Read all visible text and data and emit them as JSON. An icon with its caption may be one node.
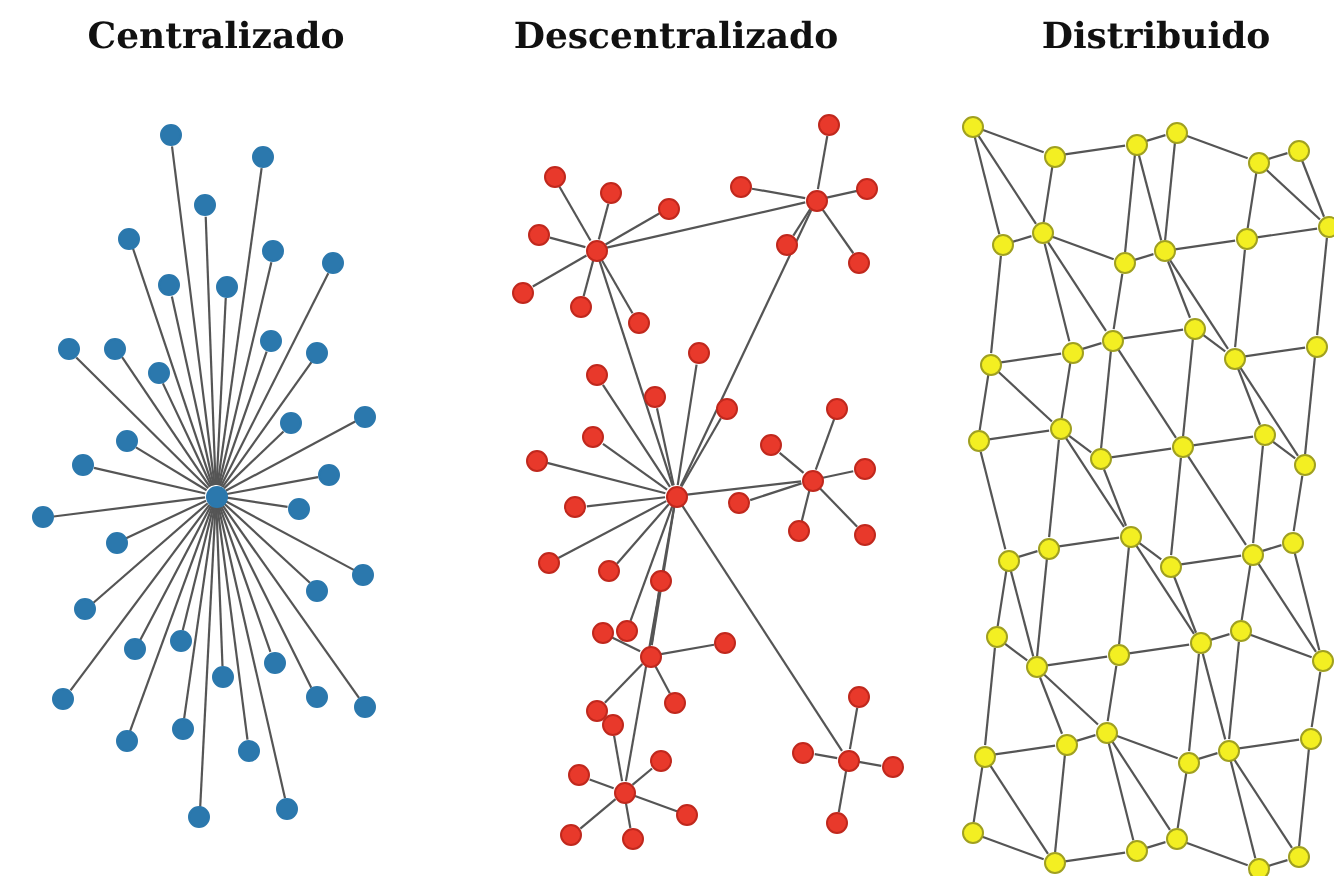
{
  "diagram": {
    "nodes": [
      {
        "text": [],
        "shape": "circle"
      },
      {
        "text": [],
        "shape": "circle"
      },
      {
        "text": [],
        "shape": "circle"
      },
      {
        "text": [],
        "shape": "circle"
      },
      {
        "text": [],
        "shape": "circle"
      },
      {
        "text": [],
        "shape": "circle"
      },
      {
        "text": [],
        "shape": "circle"
      },
      {
        "text": [],
        "shape": "circle"
      },
      {
        "text": [],
        "shape": "circle"
      },
      {
        "text": [],
        "shape": "circle"
      },
      {
        "text": [],
        "shape": "circle"
      },
      {
        "text": [],
        "shape": "circle"
      },
      {
        "text": [],
        "shape": "circle"
      },
      {
        "text": [],
        "shape": "circle"
      },
      {
        "text": [],
        "shape": "circle"
      },
      {
        "text": [],
        "shape": "circle"
      },
      {
        "text": [],
        "shape": "circle"
      },
      {
        "text": [],
        "shape": "circle"
      },
      {
        "text": [],
        "shape": "circle"
      },
      {
        "text": [],
        "shape": "circle"
      },
      {
        "text": [],
        "shape": "circle"
      },
      {
        "text": [],
        "shape": "circle"
      },
      {
        "text": [],
        "shape": "circle"
      },
      {
        "text": [],
        "shape": "circle"
      },
      {
        "text": [],
        "shape": "circle"
      },
      {
        "text": [],
        "shape": "circle"
      },
      {
        "text": [],
        "shape": "circle"
      },
      {
        "text": [],
        "shape": "circle"
      },
      {
        "text": [],
        "shape": "circle"
      },
      {
        "text": [],
        "shape": "circle"
      },
      {
        "text": [],
        "shape": "circle"
      },
      {
        "text": [],
        "shape": "circle"
      },
      {
        "text": [],
        "shape": "circle"
      },
      {
        "text": [],
        "shape": "circle"
      },
      {
        "text": [],
        "shape": "circle"
      },
      {
        "text": [],
        "shape": "circle"
      },
      {
        "text": [],
        "shape": "circle"
      },
      {
        "text": [],
        "shape": "circle"
      },
      {
        "text": [],
        "shape": "circle"
      },
      {
        "text": [],
        "shape": "circle"
      },
      {
        "text": [],
        "shape": "circle"
      },
      {
        "text": [],
        "shape": "circle"
      },
      {
        "text": [],
        "shape": "circle"
      },
      {
        "text": [],
        "shape": "circle"
      },
      {
        "text": [],
        "shape": "circle"
      },
      {
        "text": [],
        "shape": "circle"
      },
      {
        "text": [],
        "shape": "circle"
      },
      {
        "text": [],
        "shape": "circle"
      },
      {
        "text": [],
        "shape": "circle"
      },
      {
        "text": [],
        "shape": "circle"
      },
      {
        "text": [],
        "shape": "circle"
      },
      {
        "text": [],
        "shape": "circle"
      },
      {
        "text": [],
        "shape": "circle"
      },
      {
        "text": [],
        "shape": "circle"
      },
      {
        "text": [],
        "shape": "circle"
      },
      {
        "text": [],
        "shape": "circle"
      },
      {
        "text": [],
        "shape": "circle"
      },
      {
        "text": [],
        "shape": "circle"
      },
      {
        "text": [],
        "shape": "circle"
      },
      {
        "text": [],
        "shape": "circle"
      },
      {
        "text": [],
        "shape": "circle"
      },
      {
        "text": [],
        "shape": "circle"
      },
      {
        "text": [],
        "shape": "circle"
      },
      {
        "text": [],
        "shape": "circle"
      },
      {
        "text": [],
        "shape": "circle"
      },
      {
        "text": [],
        "shape": "circle"
      },
      {
        "text": [],
        "shape": "circle"
      },
      {
        "text": [],
        "shape": "circle"
      },
      {
        "text": [],
        "shape": "circle"
      },
      {
        "text": [],
        "shape": "circle"
      },
      {
        "text": [],
        "shape": "circle"
      },
      {
        "text": [],
        "shape": "circle"
      },
      {
        "text": [],
        "shape": "circle"
      },
      {
        "text": [],
        "shape": "circle"
      },
      {
        "text": [],
        "shape": "circle"
      },
      {
        "text": [],
        "shape": "circle"
      },
      {
        "text": [],
        "shape": "circle"
      },
      {
        "text": [],
        "shape": "circle"
      },
      {
        "text": [],
        "shape": "circle"
      },
      {
        "text": [],
        "shape": "circle"
      },
      {
        "text": [],
        "shape": "circle"
      },
      {
        "text": [],
        "shape": "circle"
      },
      {
        "text": [],
        "shape": "circle"
      },
      {
        "text": [],
        "shape": "circle"
      },
      {
        "text": [],
        "shape": "circle"
      },
      {
        "text": [],
        "shape": "circle"
      },
      {
        "text": [],
        "shape": "circle"
      },
      {
        "text": [],
        "shape": "circle"
      },
      {
        "text": [],
        "shape": "circle"
      },
      {
        "text": [],
        "shape": "circle"
      },
      {
        "text": [],
        "shape": "circle"
      },
      {
        "text": [],
        "shape": "circle"
      },
      {
        "text": [],
        "shape": "circle"
      },
      {
        "text": [],
        "shape": "circle"
      },
      {
        "text": [],
        "shape": "circle"
      },
      {
        "text": [],
        "shape": "circle"
      },
      {
        "text": [],
        "shape": "circle"
      },
      {
        "text": [],
        "shape": "circle"
      },
      {
        "text": [],
        "shape": "circle"
      },
      {
        "text": [],
        "shape": "circle"
      },
      {
        "text": [],
        "shape": "circle"
      },
      {
        "text": [],
        "shape": "circle"
      },
      {
        "text": [],
        "shape": "circle"
      },
      {
        "text": [],
        "shape": "circle"
      },
      {
        "text": [],
        "shape": "circle"
      },
      {
        "text": [],
        "shape": "circle"
      },
      {
        "text": [],
        "shape": "circle"
      },
      {
        "text": [],
        "shape": "circle"
      },
      {
        "text": [],
        "shape": "circle"
      },
      {
        "text": [],
        "shape": "circle"
      },
      {
        "text": [],
        "shape": "circle"
      },
      {
        "text": [],
        "shape": "circle"
      },
      {
        "text": [],
        "shape": "circle"
      },
      {
        "text": [],
        "shape": "circle"
      },
      {
        "text": [],
        "shape": "circle"
      },
      {
        "text": [],
        "shape": "circle"
      },
      {
        "text": [],
        "shape": "circle"
      },
      {
        "text": [],
        "shape": "circle"
      },
      {
        "text": [],
        "shape": "circle"
      },
      {
        "text": [],
        "shape": "circle"
      },
      {
        "text": [],
        "shape": "circle"
      },
      {
        "text": [],
        "shape": "circle"
      },
      {
        "text": [],
        "shape": "circle"
      },
      {
        "text": [],
        "shape": "circle"
      },
      {
        "text": [],
        "shape": "circle"
      },
      {
        "text": [],
        "shape": "circle"
      },
      {
        "text": [],
        "shape": "circle"
      },
      {
        "text": [],
        "shape": "circle"
      },
      {
        "text": [],
        "shape": "circle"
      },
      {
        "text": [],
        "shape": "circle"
      },
      {
        "text": [],
        "shape": "circle"
      },
      {
        "text": [],
        "shape": "circle"
      },
      {
        "text": [],
        "shape": "circle"
      },
      {
        "text": [],
        "shape": "circle"
      },
      {
        "text": [],
        "shape": "circle"
      }
    ],
    "edges": [
      {
        "from": 0,
        "to": 1,
        "arrow": "none"
      },
      {
        "from": 0,
        "to": 2,
        "arrow": "none"
      },
      {
        "from": 0,
        "to": 3,
        "arrow": "none"
      },
      {
        "from": 0,
        "to": 4,
        "arrow": "none"
      },
      {
        "from": 0,
        "to": 5,
        "arrow": "none"
      },
      {
        "from": 0,
        "to": 6,
        "arrow": "none"
      },
      {
        "from": 0,
        "to": 7,
        "arrow": "none"
      },
      {
        "from": 0,
        "to": 8,
        "arrow": "none"
      },
      {
        "from": 0,
        "to": 9,
        "arrow": "none"
      },
      {
        "from": 0,
        "to": 10,
        "arrow": "none"
      },
      {
        "from": 0,
        "to": 11,
        "arrow": "none"
      },
      {
        "from": 0,
        "to": 12,
        "arrow": "none"
      },
      {
        "from": 0,
        "to": 13,
        "arrow": "none"
      },
      {
        "from": 0,
        "to": 14,
        "arrow": "none"
      },
      {
        "from": 0,
        "to": 15,
        "arrow": "none"
      },
      {
        "from": 0,
        "to": 16,
        "arrow": "none"
      },
      {
        "from": 0,
        "to": 17,
        "arrow": "none"
      },
      {
        "from": 0,
        "to": 18,
        "arrow": "none"
      },
      {
        "from": 0,
        "to": 19,
        "arrow": "none"
      },
      {
        "from": 0,
        "to": 20,
        "arrow": "none"
      },
      {
        "from": 0,
        "to": 21,
        "arrow": "none"
      },
      {
        "from": 0,
        "to": 22,
        "arrow": "none"
      },
      {
        "from": 0,
        "to": 23,
        "arrow": "none"
      },
      {
        "from": 0,
        "to": 24,
        "arrow": "none"
      },
      {
        "from": 0,
        "to": 25,
        "arrow": "none"
      },
      {
        "from": 0,
        "to": 26,
        "arrow": "none"
      },
      {
        "from": 0,
        "to": 27,
        "arrow": "none"
      },
      {
        "from": 0,
        "to": 28,
        "arrow": "none"
      },
      {
        "from": 0,
        "to": 29,
        "arrow": "none"
      },
      {
        "from": 0,
        "to": 30,
        "arrow": "none"
      },
      {
        "from": 0,
        "to": 31,
        "arrow": "none"
      },
      {
        "from": 0,
        "to": 32,
        "arrow": "none"
      },
      {
        "from": 0,
        "to": 33,
        "arrow": "none"
      },
      {
        "from": 0,
        "to": 34,
        "arrow": "none"
      },
      {
        "from": 0,
        "to": 35,
        "arrow": "none"
      },
      {
        "from": 0,
        "to": 36,
        "arrow": "none"
      },
      {
        "from": 37,
        "to": 38,
        "arrow": "none"
      },
      {
        "from": 37,
        "to": 39,
        "arrow": "none"
      },
      {
        "from": 38,
        "to": 39,
        "arrow": "none"
      },
      {
        "from": 39,
        "to": 40,
        "arrow": "none"
      },
      {
        "from": 39,
        "to": 41,
        "arrow": "none"
      },
      {
        "from": 39,
        "to": 42,
        "arrow": "none"
      },
      {
        "from": 39,
        "to": 43,
        "arrow": "none"
      },
      {
        "from": 37,
        "to": 44,
        "arrow": "none"
      },
      {
        "from": 37,
        "to": 45,
        "arrow": "none"
      },
      {
        "from": 37,
        "to": 46,
        "arrow": "none"
      },
      {
        "from": 37,
        "to": 47,
        "arrow": "none"
      },
      {
        "from": 37,
        "to": 48,
        "arrow": "none"
      },
      {
        "from": 37,
        "to": 49,
        "arrow": "none"
      },
      {
        "from": 37,
        "to": 50,
        "arrow": "none"
      },
      {
        "from": 38,
        "to": 51,
        "arrow": "none"
      },
      {
        "from": 38,
        "to": 52,
        "arrow": "none"
      },
      {
        "from": 38,
        "to": 53,
        "arrow": "none"
      },
      {
        "from": 38,
        "to": 54,
        "arrow": "none"
      },
      {
        "from": 38,
        "to": 55,
        "arrow": "none"
      },
      {
        "from": 39,
        "to": 56,
        "arrow": "none"
      },
      {
        "from": 39,
        "to": 57,
        "arrow": "none"
      },
      {
        "from": 39,
        "to": 58,
        "arrow": "none"
      },
      {
        "from": 39,
        "to": 59,
        "arrow": "none"
      },
      {
        "from": 39,
        "to": 60,
        "arrow": "none"
      },
      {
        "from": 39,
        "to": 61,
        "arrow": "none"
      },
      {
        "from": 39,
        "to": 62,
        "arrow": "none"
      },
      {
        "from": 39,
        "to": 63,
        "arrow": "none"
      },
      {
        "from": 39,
        "to": 64,
        "arrow": "none"
      },
      {
        "from": 39,
        "to": 65,
        "arrow": "none"
      },
      {
        "from": 40,
        "to": 66,
        "arrow": "none"
      },
      {
        "from": 40,
        "to": 67,
        "arrow": "none"
      },
      {
        "from": 40,
        "to": 68,
        "arrow": "none"
      },
      {
        "from": 40,
        "to": 69,
        "arrow": "none"
      },
      {
        "from": 40,
        "to": 70,
        "arrow": "none"
      },
      {
        "from": 40,
        "to": 71,
        "arrow": "none"
      },
      {
        "from": 41,
        "to": 72,
        "arrow": "none"
      },
      {
        "from": 41,
        "to": 73,
        "arrow": "none"
      },
      {
        "from": 41,
        "to": 74,
        "arrow": "none"
      },
      {
        "from": 41,
        "to": 75,
        "arrow": "none"
      },
      {
        "from": 41,
        "to": 76,
        "arrow": "none"
      },
      {
        "from": 42,
        "to": 77,
        "arrow": "none"
      },
      {
        "from": 42,
        "to": 78,
        "arrow": "none"
      },
      {
        "from": 42,
        "to": 79,
        "arrow": "none"
      },
      {
        "from": 42,
        "to": 80,
        "arrow": "none"
      },
      {
        "from": 42,
        "to": 81,
        "arrow": "none"
      },
      {
        "from": 42,
        "to": 82,
        "arrow": "none"
      },
      {
        "from": 43,
        "to": 83,
        "arrow": "none"
      },
      {
        "from": 43,
        "to": 84,
        "arrow": "none"
      },
      {
        "from": 43,
        "to": 85,
        "arrow": "none"
      },
      {
        "from": 43,
        "to": 86,
        "arrow": "none"
      },
      {
        "from": 87,
        "to": 88,
        "arrow": "none"
      },
      {
        "from": 88,
        "to": 89,
        "arrow": "none"
      },
      {
        "from": 89,
        "to": 90,
        "arrow": "none"
      },
      {
        "from": 90,
        "to": 91,
        "arrow": "none"
      },
      {
        "from": 91,
        "to": 92,
        "arrow": "none"
      },
      {
        "from": 93,
        "to": 94,
        "arrow": "none"
      },
      {
        "from": 94,
        "to": 95,
        "arrow": "none"
      },
      {
        "from": 95,
        "to": 96,
        "arrow": "none"
      },
      {
        "from": 96,
        "to": 97,
        "arrow": "none"
      },
      {
        "from": 97,
        "to": 98,
        "arrow": "none"
      },
      {
        "from": 99,
        "to": 100,
        "arrow": "none"
      },
      {
        "from": 100,
        "to": 101,
        "arrow": "none"
      },
      {
        "from": 101,
        "to": 102,
        "arrow": "none"
      },
      {
        "from": 102,
        "to": 103,
        "arrow": "none"
      },
      {
        "from": 103,
        "to": 104,
        "arrow": "none"
      },
      {
        "from": 105,
        "to": 106,
        "arrow": "none"
      },
      {
        "from": 106,
        "to": 107,
        "arrow": "none"
      },
      {
        "from": 107,
        "to": 108,
        "arrow": "none"
      },
      {
        "from": 108,
        "to": 109,
        "arrow": "none"
      },
      {
        "from": 109,
        "to": 110,
        "arrow": "none"
      },
      {
        "from": 111,
        "to": 112,
        "arrow": "none"
      },
      {
        "from": 112,
        "to": 113,
        "arrow": "none"
      },
      {
        "from": 113,
        "to": 114,
        "arrow": "none"
      },
      {
        "from": 114,
        "to": 115,
        "arrow": "none"
      },
      {
        "from": 115,
        "to": 116,
        "arrow": "none"
      },
      {
        "from": 117,
        "to": 118,
        "arrow": "none"
      },
      {
        "from": 118,
        "to": 119,
        "arrow": "none"
      },
      {
        "from": 119,
        "to": 120,
        "arrow": "none"
      },
      {
        "from": 120,
        "to": 121,
        "arrow": "none"
      },
      {
        "from": 121,
        "to": 122,
        "arrow": "none"
      },
      {
        "from": 123,
        "to": 124,
        "arrow": "none"
      },
      {
        "from": 124,
        "to": 125,
        "arrow": "none"
      },
      {
        "from": 125,
        "to": 126,
        "arrow": "none"
      },
      {
        "from": 126,
        "to": 127,
        "arrow": "none"
      },
      {
        "from": 127,
        "to": 128,
        "arrow": "none"
      },
      {
        "from": 129,
        "to": 130,
        "arrow": "none"
      },
      {
        "from": 130,
        "to": 131,
        "arrow": "none"
      },
      {
        "from": 131,
        "to": 132,
        "arrow": "none"
      },
      {
        "from": 132,
        "to": 133,
        "arrow": "none"
      },
      {
        "from": 133,
        "to": 134,
        "arrow": "none"
      },
      {
        "from": 87,
        "to": 93,
        "arrow": "none"
      },
      {
        "from": 88,
        "to": 94,
        "arrow": "none"
      },
      {
        "from": 89,
        "to": 95,
        "arrow": "none"
      },
      {
        "from": 90,
        "to": 96,
        "arrow": "none"
      },
      {
        "from": 91,
        "to": 97,
        "arrow": "none"
      },
      {
        "from": 92,
        "to": 98,
        "arrow": "none"
      },
      {
        "from": 93,
        "to": 99,
        "arrow": "none"
      },
      {
        "from": 94,
        "to": 100,
        "arrow": "none"
      },
      {
        "from": 95,
        "to": 101,
        "arrow": "none"
      },
      {
        "from": 96,
        "to": 102,
        "arrow": "none"
      },
      {
        "from": 97,
        "to": 103,
        "arrow": "none"
      },
      {
        "from": 98,
        "to": 104,
        "arrow": "none"
      },
      {
        "from": 99,
        "to": 105,
        "arrow": "none"
      },
      {
        "from": 100,
        "to": 106,
        "arrow": "none"
      },
      {
        "from": 101,
        "to": 107,
        "arrow": "none"
      },
      {
        "from": 102,
        "to": 108,
        "arrow": "none"
      },
      {
        "from": 103,
        "to": 109,
        "arrow": "none"
      },
      {
        "from": 104,
        "to": 110,
        "arrow": "none"
      },
      {
        "from": 105,
        "to": 111,
        "arrow": "none"
      },
      {
        "from": 106,
        "to": 112,
        "arrow": "none"
      },
      {
        "from": 107,
        "to": 113,
        "arrow": "none"
      },
      {
        "from": 108,
        "to": 114,
        "arrow": "none"
      },
      {
        "from": 109,
        "to": 115,
        "arrow": "none"
      },
      {
        "from": 110,
        "to": 116,
        "arrow": "none"
      },
      {
        "from": 111,
        "to": 117,
        "arrow": "none"
      },
      {
        "from": 112,
        "to": 118,
        "arrow": "none"
      },
      {
        "from": 113,
        "to": 119,
        "arrow": "none"
      },
      {
        "from": 114,
        "to": 120,
        "arrow": "none"
      },
      {
        "from": 115,
        "to": 121,
        "arrow": "none"
      },
      {
        "from": 116,
        "to": 122,
        "arrow": "none"
      },
      {
        "from": 117,
        "to": 123,
        "arrow": "none"
      },
      {
        "from": 118,
        "to": 124,
        "arrow": "none"
      },
      {
        "from": 119,
        "to": 125,
        "arrow": "none"
      },
      {
        "from": 120,
        "to": 126,
        "arrow": "none"
      },
      {
        "from": 121,
        "to": 127,
        "arrow": "none"
      },
      {
        "from": 122,
        "to": 128,
        "arrow": "none"
      },
      {
        "from": 123,
        "to": 129,
        "arrow": "none"
      },
      {
        "from": 124,
        "to": 130,
        "arrow": "none"
      },
      {
        "from": 125,
        "to": 131,
        "arrow": "none"
      },
      {
        "from": 126,
        "to": 132,
        "arrow": "none"
      },
      {
        "from": 127,
        "to": 133,
        "arrow": "none"
      },
      {
        "from": 128,
        "to": 134,
        "arrow": "none"
      },
      {
        "from": 87,
        "to": 94,
        "arrow": "none"
      },
      {
        "from": 89,
        "to": 96,
        "arrow": "none"
      },
      {
        "from": 91,
        "to": 98,
        "arrow": "none"
      },
      {
        "from": 94,
        "to": 101,
        "arrow": "none"
      },
      {
        "from": 96,
        "to": 103,
        "arrow": "none"
      },
      {
        "from": 99,
        "to": 106,
        "arrow": "none"
      },
      {
        "from": 101,
        "to": 108,
        "arrow": "none"
      },
      {
        "from": 103,
        "to": 110,
        "arrow": "none"
      },
      {
        "from": 106,
        "to": 113,
        "arrow": "none"
      },
      {
        "from": 108,
        "to": 115,
        "arrow": "none"
      },
      {
        "from": 111,
        "to": 118,
        "arrow": "none"
      },
      {
        "from": 113,
        "to": 120,
        "arrow": "none"
      },
      {
        "from": 115,
        "to": 122,
        "arrow": "none"
      },
      {
        "from": 118,
        "to": 125,
        "arrow": "none"
      },
      {
        "from": 120,
        "to": 127,
        "arrow": "none"
      },
      {
        "from": 123,
        "to": 130,
        "arrow": "none"
      },
      {
        "from": 125,
        "to": 132,
        "arrow": "none"
      },
      {
        "from": 127,
        "to": 134,
        "arrow": "none"
      }
    ],
    "labels": [
      "Centralizado",
      "Descentralizado",
      "Distribuido"
    ]
  }
}
